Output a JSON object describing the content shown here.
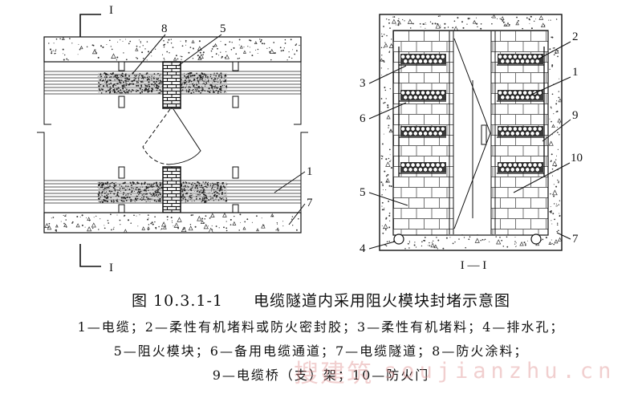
{
  "figure": {
    "section_mark_top": "I",
    "section_mark_bottom": "I",
    "elevation_labels": {
      "fire_coating": "8",
      "fire_module": "5",
      "cable": "1",
      "tunnel": "7"
    },
    "section_labels": {
      "sealant": "2",
      "cable": "1",
      "cable_tray": "9",
      "fire_door": "10",
      "tunnel": "7",
      "organic_plugging": "3",
      "spare_channel": "6",
      "fire_module": "5",
      "drain_hole": "4"
    },
    "section_title": "I — I"
  },
  "caption": {
    "number": "图 10.3.1-1",
    "title": "电缆隧道内采用阻火模块封堵示意图"
  },
  "legend": [
    "1—电缆；2—柔性有机堵料或防火密封胶；3—柔性有机堵料；4—排水孔；",
    "5—阻火模块；6—备用电缆通道；7—电缆隧道；8—防火涂料；",
    "9—电缆桥（支）架；10—防火门"
  ],
  "watermark": {
    "brand": "搜建筑",
    "site": "soujianzhu.cn"
  }
}
